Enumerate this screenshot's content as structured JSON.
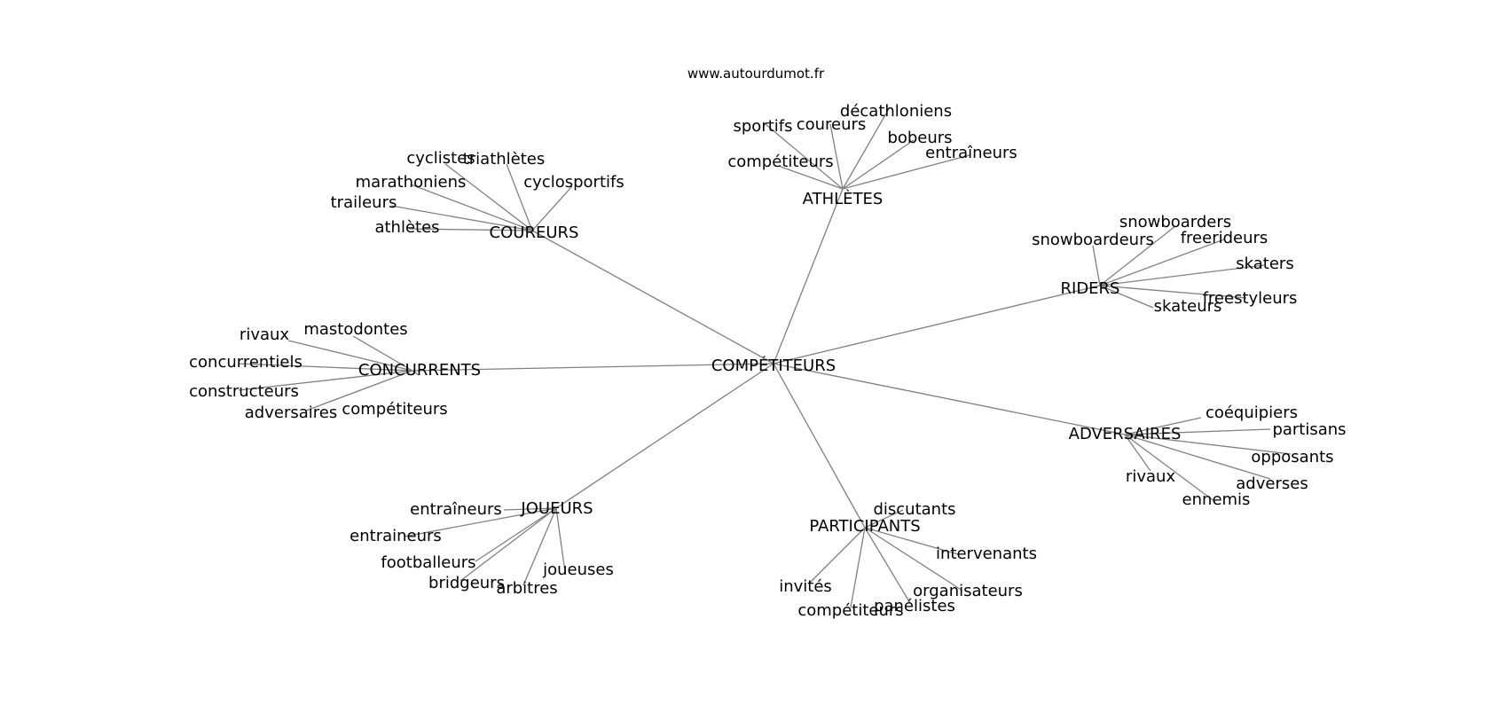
{
  "source": "www.autourdumot.fr",
  "center": "COMPÉTITEURS",
  "groups": [
    {
      "label": "ATHLÈTES",
      "words": [
        "sportifs",
        "coureurs",
        "décathloniens",
        "bobeurs",
        "entraîneurs",
        "compétiteurs"
      ]
    },
    {
      "label": "COUREURS",
      "words": [
        "cyclistes",
        "triathlètes",
        "cyclosportifs",
        "marathoniens",
        "traileurs",
        "athlètes"
      ]
    },
    {
      "label": "RIDERS",
      "words": [
        "snowboarders",
        "snowboardeurs",
        "freerideurs",
        "skaters",
        "freestyleurs",
        "skateurs"
      ]
    },
    {
      "label": "CONCURRENTS",
      "words": [
        "mastodontes",
        "rivaux",
        "concurrentiels",
        "constructeurs",
        "adversaires",
        "compétiteurs"
      ]
    },
    {
      "label": "ADVERSAIRES",
      "words": [
        "coéquipiers",
        "partisans",
        "opposants",
        "adverses",
        "ennemis",
        "rivaux"
      ]
    },
    {
      "label": "JOUEURS",
      "words": [
        "entraîneurs",
        "entraineurs",
        "footballeurs",
        "bridgeurs",
        "arbitres",
        "joueuses"
      ]
    },
    {
      "label": "PARTICIPANTS",
      "words": [
        "discutants",
        "intervenants",
        "organisateurs",
        "panélistes",
        "compétiteurs",
        "invités"
      ]
    }
  ]
}
